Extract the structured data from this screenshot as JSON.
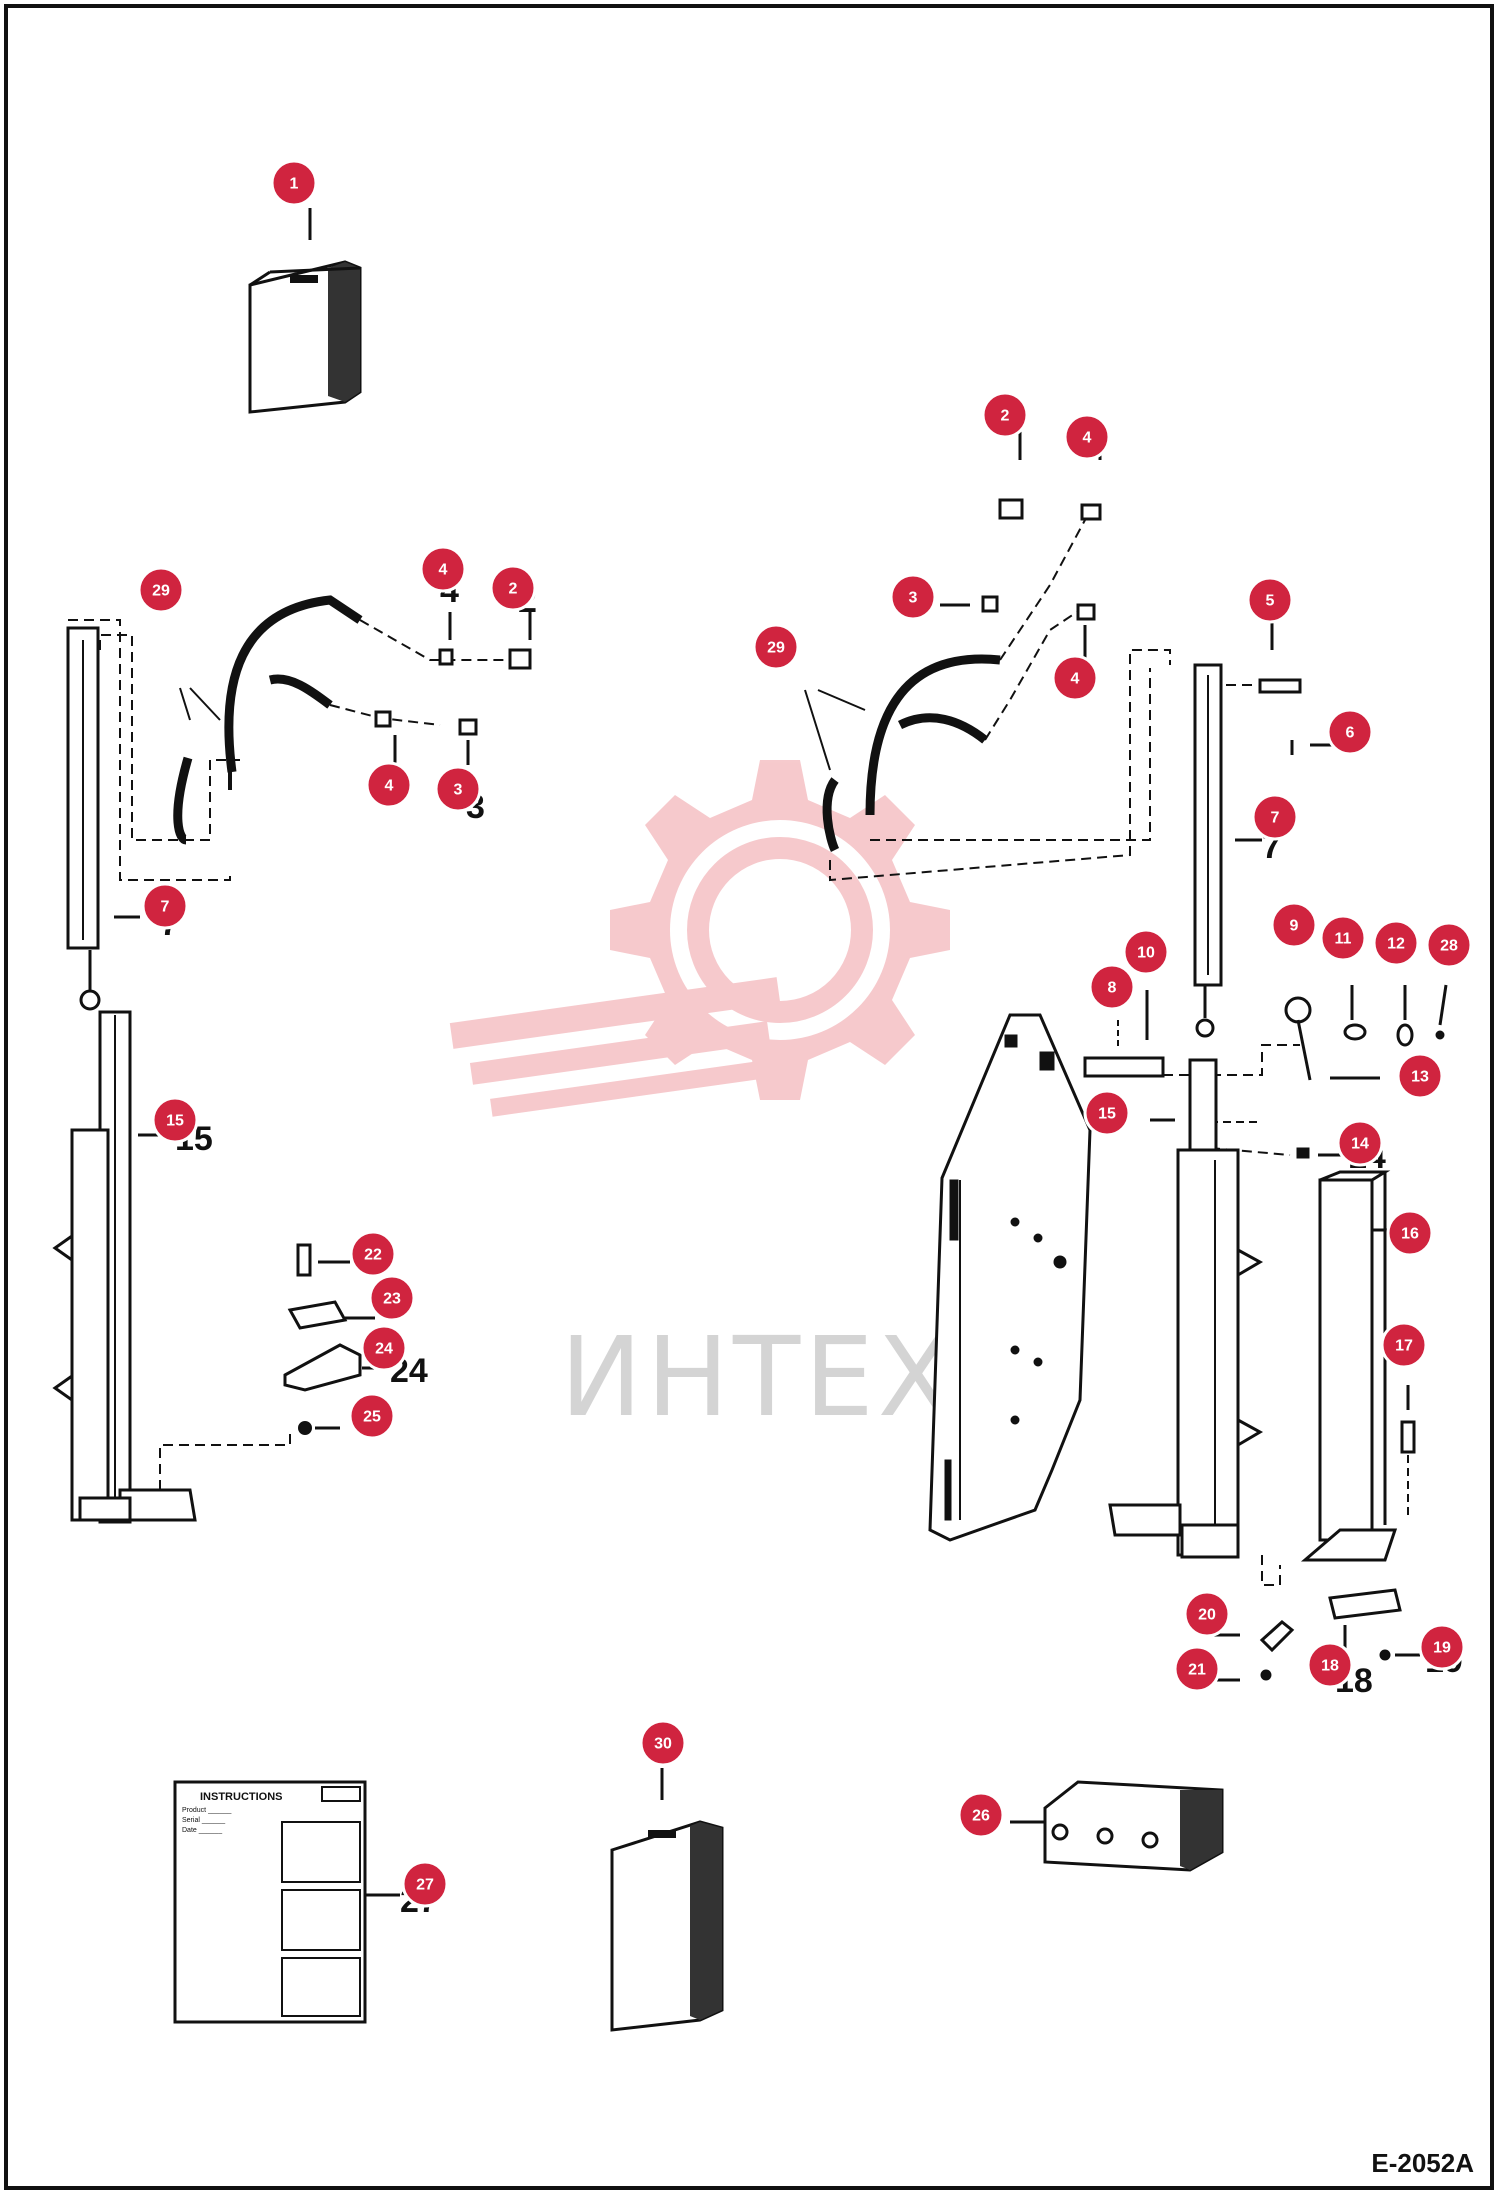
{
  "diagram": {
    "document_code": "E-2052A",
    "watermark_text": "ИНТЕХ",
    "instruction_sheet": {
      "title": "INSTRUCTIONS",
      "lines": [
        "Product ______",
        "Serial ______",
        "Date ______"
      ]
    },
    "callouts": [
      {
        "id": "c1",
        "label": "1"
      },
      {
        "id": "c2a",
        "label": "2"
      },
      {
        "id": "c4a",
        "label": "4"
      },
      {
        "id": "c3a",
        "label": "3"
      },
      {
        "id": "c4b",
        "label": "4"
      },
      {
        "id": "c5",
        "label": "5"
      },
      {
        "id": "c6",
        "label": "6"
      },
      {
        "id": "c29a",
        "label": "29"
      },
      {
        "id": "c29b",
        "label": "29"
      },
      {
        "id": "c4c",
        "label": "4"
      },
      {
        "id": "c2b",
        "label": "2"
      },
      {
        "id": "c4d",
        "label": "4"
      },
      {
        "id": "c3b",
        "label": "3"
      },
      {
        "id": "c7a",
        "label": "7"
      },
      {
        "id": "c7b",
        "label": "7"
      },
      {
        "id": "c9",
        "label": "9"
      },
      {
        "id": "c11",
        "label": "11"
      },
      {
        "id": "c12",
        "label": "12"
      },
      {
        "id": "c28",
        "label": "28"
      },
      {
        "id": "c10",
        "label": "10"
      },
      {
        "id": "c8",
        "label": "8"
      },
      {
        "id": "c13",
        "label": "13"
      },
      {
        "id": "c15a",
        "label": "15"
      },
      {
        "id": "c15b",
        "label": "15"
      },
      {
        "id": "c14",
        "label": "14"
      },
      {
        "id": "c16",
        "label": "16"
      },
      {
        "id": "c22",
        "label": "22"
      },
      {
        "id": "c23",
        "label": "23"
      },
      {
        "id": "c24",
        "label": "24"
      },
      {
        "id": "c25",
        "label": "25"
      },
      {
        "id": "c17",
        "label": "17"
      },
      {
        "id": "c20",
        "label": "20"
      },
      {
        "id": "c21",
        "label": "21"
      },
      {
        "id": "c18",
        "label": "18"
      },
      {
        "id": "c19",
        "label": "19"
      },
      {
        "id": "c30",
        "label": "30"
      },
      {
        "id": "c26",
        "label": "26"
      },
      {
        "id": "c27",
        "label": "27"
      }
    ],
    "printed_numbers": [
      {
        "id": "p24",
        "label": "24"
      },
      {
        "id": "p7a",
        "label": "7"
      },
      {
        "id": "p7b",
        "label": "7"
      },
      {
        "id": "p4a",
        "label": "4"
      },
      {
        "id": "p2a",
        "label": "2"
      },
      {
        "id": "p3a",
        "label": "3"
      },
      {
        "id": "p15a",
        "label": "15"
      },
      {
        "id": "p14",
        "label": "14"
      },
      {
        "id": "p19",
        "label": "19"
      },
      {
        "id": "p18",
        "label": "18"
      },
      {
        "id": "p27",
        "label": "27"
      }
    ],
    "colors": {
      "callout_fill": "#d0243f",
      "callout_border": "#ffffff",
      "line_art": "#111111",
      "watermark": "#f3b8bc"
    }
  }
}
